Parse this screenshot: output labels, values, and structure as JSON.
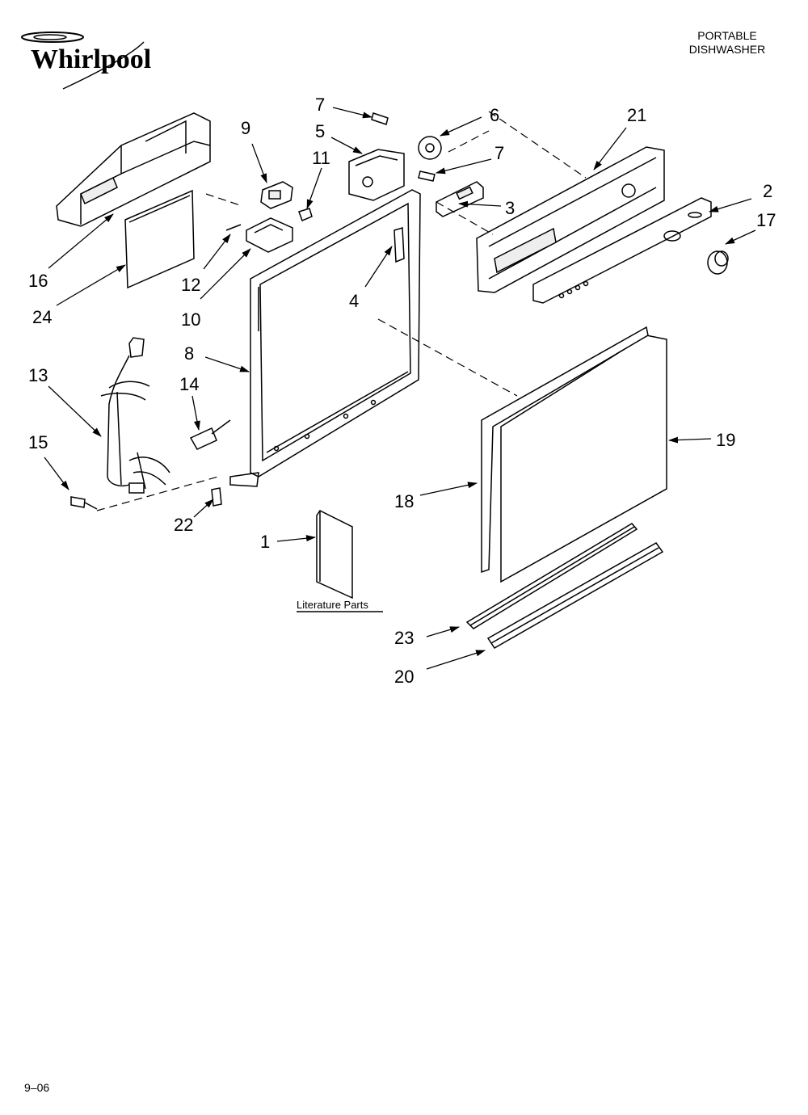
{
  "brand": {
    "name": "Whirlpool"
  },
  "header": {
    "line1": "PORTABLE",
    "line2": "DISHWASHER"
  },
  "footer": {
    "code": "9–06"
  },
  "literature": {
    "label": "Literature Parts"
  },
  "callouts": [
    "1",
    "2",
    "3",
    "4",
    "5",
    "6",
    "7",
    "8",
    "9",
    "10",
    "11",
    "12",
    "13",
    "14",
    "15",
    "16",
    "17",
    "18",
    "19",
    "20",
    "21",
    "22",
    "23",
    "24"
  ],
  "icons": [
    "brand-logo-swirl",
    "leader-arrow"
  ]
}
